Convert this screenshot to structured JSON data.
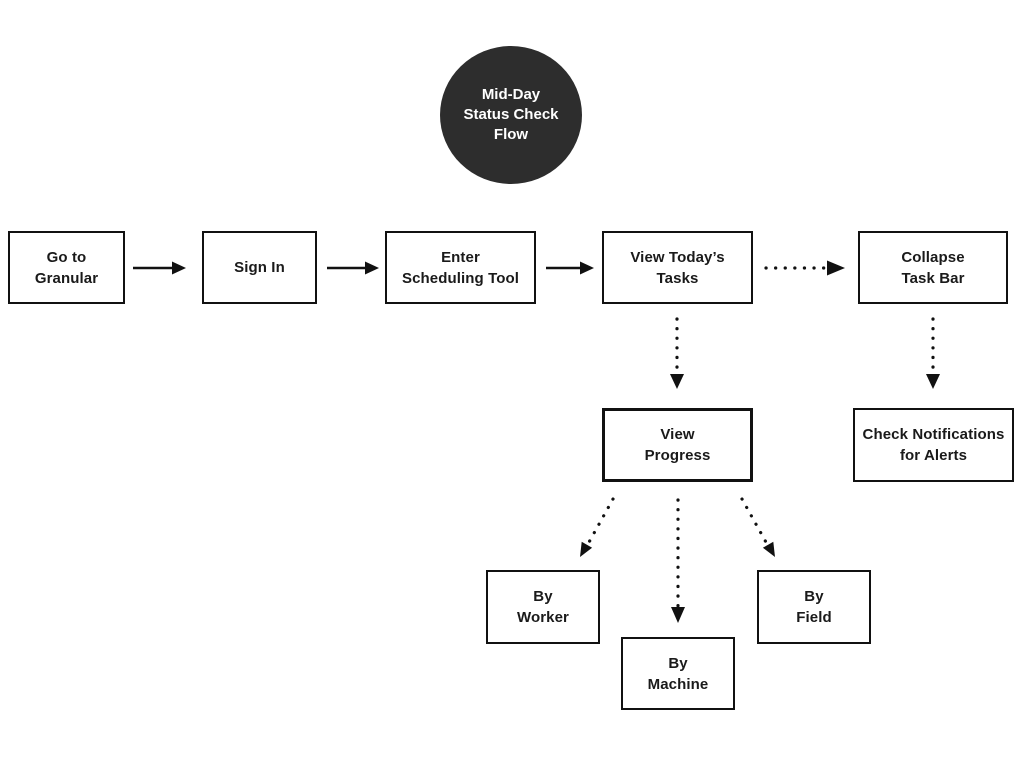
{
  "diagram": {
    "title_node": {
      "label": "Mid-Day\nStatus Check\nFlow"
    },
    "nodes": {
      "go_to_granular": {
        "label": "Go to\nGranular"
      },
      "sign_in": {
        "label": "Sign In"
      },
      "enter_scheduling_tool": {
        "label": "Enter\nScheduling Tool"
      },
      "view_todays_tasks": {
        "label": "View Today’s\nTasks"
      },
      "collapse_task_bar": {
        "label": "Collapse\nTask Bar"
      },
      "view_progress": {
        "label": "View\nProgress"
      },
      "check_notifications": {
        "label": "Check Notifications\nfor Alerts"
      },
      "by_worker": {
        "label": "By\nWorker"
      },
      "by_machine": {
        "label": "By\nMachine"
      },
      "by_field": {
        "label": "By\nField"
      }
    },
    "edges": [
      {
        "from": "go_to_granular",
        "to": "sign_in",
        "style": "solid"
      },
      {
        "from": "sign_in",
        "to": "enter_scheduling_tool",
        "style": "solid"
      },
      {
        "from": "enter_scheduling_tool",
        "to": "view_todays_tasks",
        "style": "solid"
      },
      {
        "from": "view_todays_tasks",
        "to": "collapse_task_bar",
        "style": "dotted"
      },
      {
        "from": "view_todays_tasks",
        "to": "view_progress",
        "style": "dotted"
      },
      {
        "from": "collapse_task_bar",
        "to": "check_notifications",
        "style": "dotted"
      },
      {
        "from": "view_progress",
        "to": "by_worker",
        "style": "dotted"
      },
      {
        "from": "view_progress",
        "to": "by_machine",
        "style": "dotted"
      },
      {
        "from": "view_progress",
        "to": "by_field",
        "style": "dotted"
      }
    ],
    "colors": {
      "node_border": "#111111",
      "node_background": "#ffffff",
      "node_text": "#1a1a1a",
      "title_background": "#2d2d2d",
      "title_text": "#ffffff",
      "arrow": "#111111",
      "canvas_background": "#ffffff"
    }
  }
}
